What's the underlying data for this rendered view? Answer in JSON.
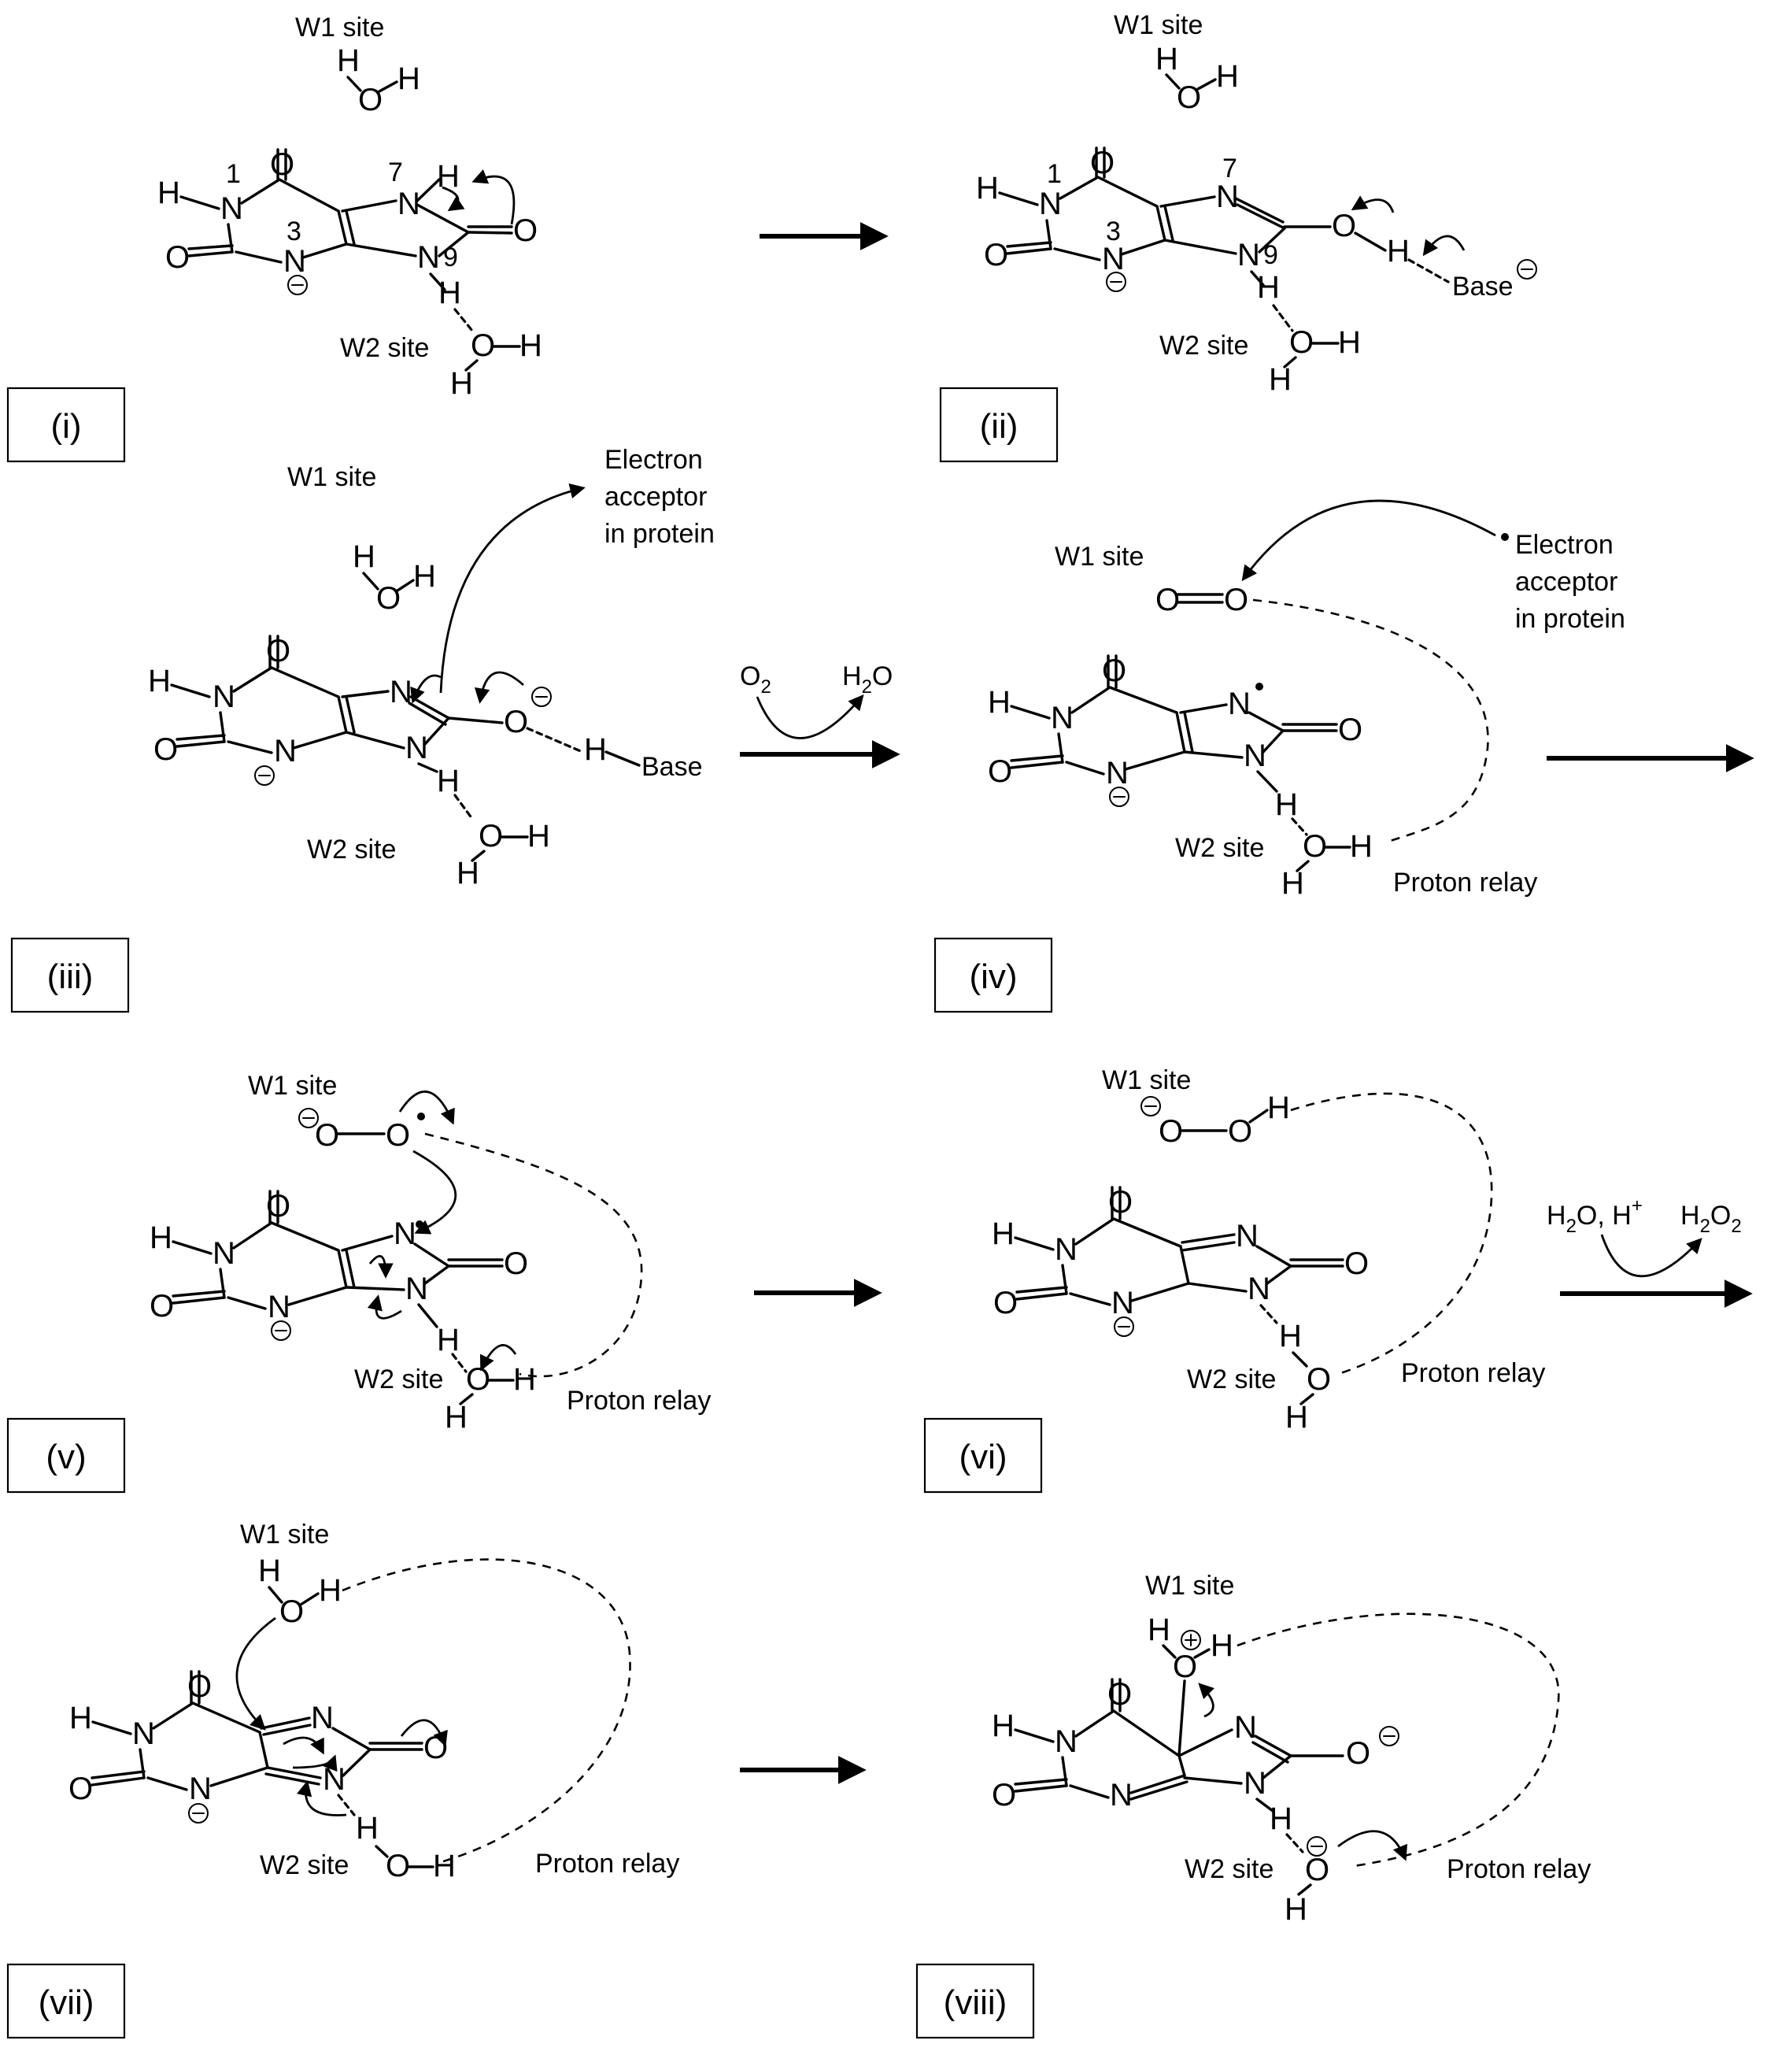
{
  "labels": {
    "w1": "W1 site",
    "w2": "W2 site",
    "proton_relay": "Proton relay",
    "base": "Base",
    "electron_acceptor": [
      "Electron",
      "acceptor",
      "in protein"
    ]
  },
  "atoms": {
    "H": "H",
    "O": "O",
    "N": "N"
  },
  "ring_numbers": {
    "n1": "1",
    "n3": "3",
    "n7": "7",
    "n9": "9"
  },
  "reagents": {
    "o2": "O",
    "o2_sub": "2",
    "h2o": "H",
    "h2o_sub": "2",
    "h2o_o": "O",
    "h2o_hplus": "H",
    "h2o_hplus_sub": "2",
    "h2o_hplus_o": "O, H",
    "h2o_hplus_sup": "+",
    "h2o2": "H",
    "h2o2_sub1": "2",
    "h2o2_o": "O",
    "h2o2_sub2": "2"
  },
  "panels": [
    "(i)",
    "(ii)",
    "(iii)",
    "(iv)",
    "(v)",
    "(vi)",
    "(vii)",
    "(viii)"
  ]
}
